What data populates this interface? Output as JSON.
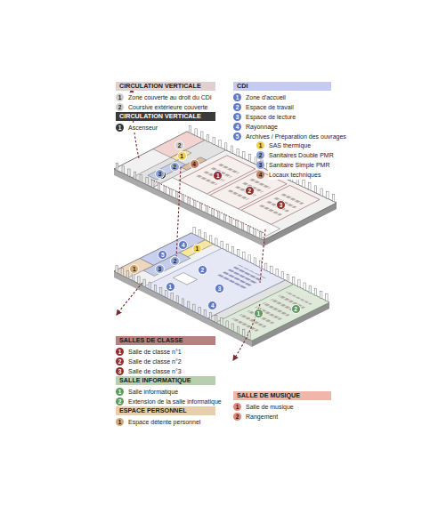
{
  "diagram": {
    "nodes": [
      {
        "text": [
          "CIRCULATION VERTICALE"
        ]
      },
      {
        "text": [
          "CIRCULATION VERTICALE"
        ]
      },
      {
        "text": [
          "CDI"
        ]
      },
      {
        "text": [
          "SALLES DE CLASSE"
        ]
      },
      {
        "text": [
          "SALLE INFORMATIQUE"
        ]
      },
      {
        "text": [
          "ESPACE PERSONNEL"
        ]
      },
      {
        "text": [
          "SALLE DE MUSIQUE"
        ]
      }
    ],
    "labels": [
      "1",
      "2",
      "1",
      "1",
      "2",
      "3",
      "4",
      "5",
      "1",
      "2",
      "3",
      "4",
      "1",
      "2",
      "3",
      "1",
      "2",
      "1",
      "1",
      "2",
      "2",
      "1",
      "1",
      "2",
      "3",
      "4",
      "1",
      "2",
      "3",
      "4",
      "5",
      "1",
      "2",
      "3",
      "1",
      "1",
      "2",
      "3",
      "4",
      "1",
      "2"
    ],
    "legend": [
      {
        "text": "Zone couverte au droit du CDI",
        "color": "#cfcfcf"
      },
      {
        "text": "Coursive extérieure couverte",
        "color": "#cfcfcf"
      },
      {
        "text": "Ascenseur",
        "color": "#333333"
      },
      {
        "text": "Zone d'accueil",
        "color": "#5f78c4"
      },
      {
        "text": "Espace de travail",
        "color": "#5f78c4"
      },
      {
        "text": "Espace de lecture",
        "color": "#5f78c4"
      },
      {
        "text": "Rayonnage",
        "color": "#5f78c4"
      },
      {
        "text": "Archives / Préparation des ouvrages",
        "color": "#5f78c4"
      },
      {
        "text": "SAS thermique",
        "color": "#f1cf55"
      },
      {
        "text": "Sanitaires Double PMR",
        "color": "#8fa3d6"
      },
      {
        "text": "Sanitaire Simple PMR",
        "color": "#8fa3d6"
      },
      {
        "text": "Locaux techniques",
        "color": "#b98363"
      },
      {
        "text": "Salle de classe n°1",
        "color": "#8e2f2f"
      },
      {
        "text": "Salle de classe n°2",
        "color": "#8e2f2f"
      },
      {
        "text": "Salle de classe n°3",
        "color": "#8e2f2f"
      },
      {
        "text": "Salle informatique",
        "color": "#5f9a5a"
      },
      {
        "text": "Extension de la salle informatique",
        "color": "#5f9a5a"
      },
      {
        "text": "Espace détente personnel",
        "color": "#d2a877"
      },
      {
        "text": "Salle de musique",
        "color": "#e0877a"
      },
      {
        "text": "Rangement",
        "color": "#e0877a"
      }
    ]
  }
}
